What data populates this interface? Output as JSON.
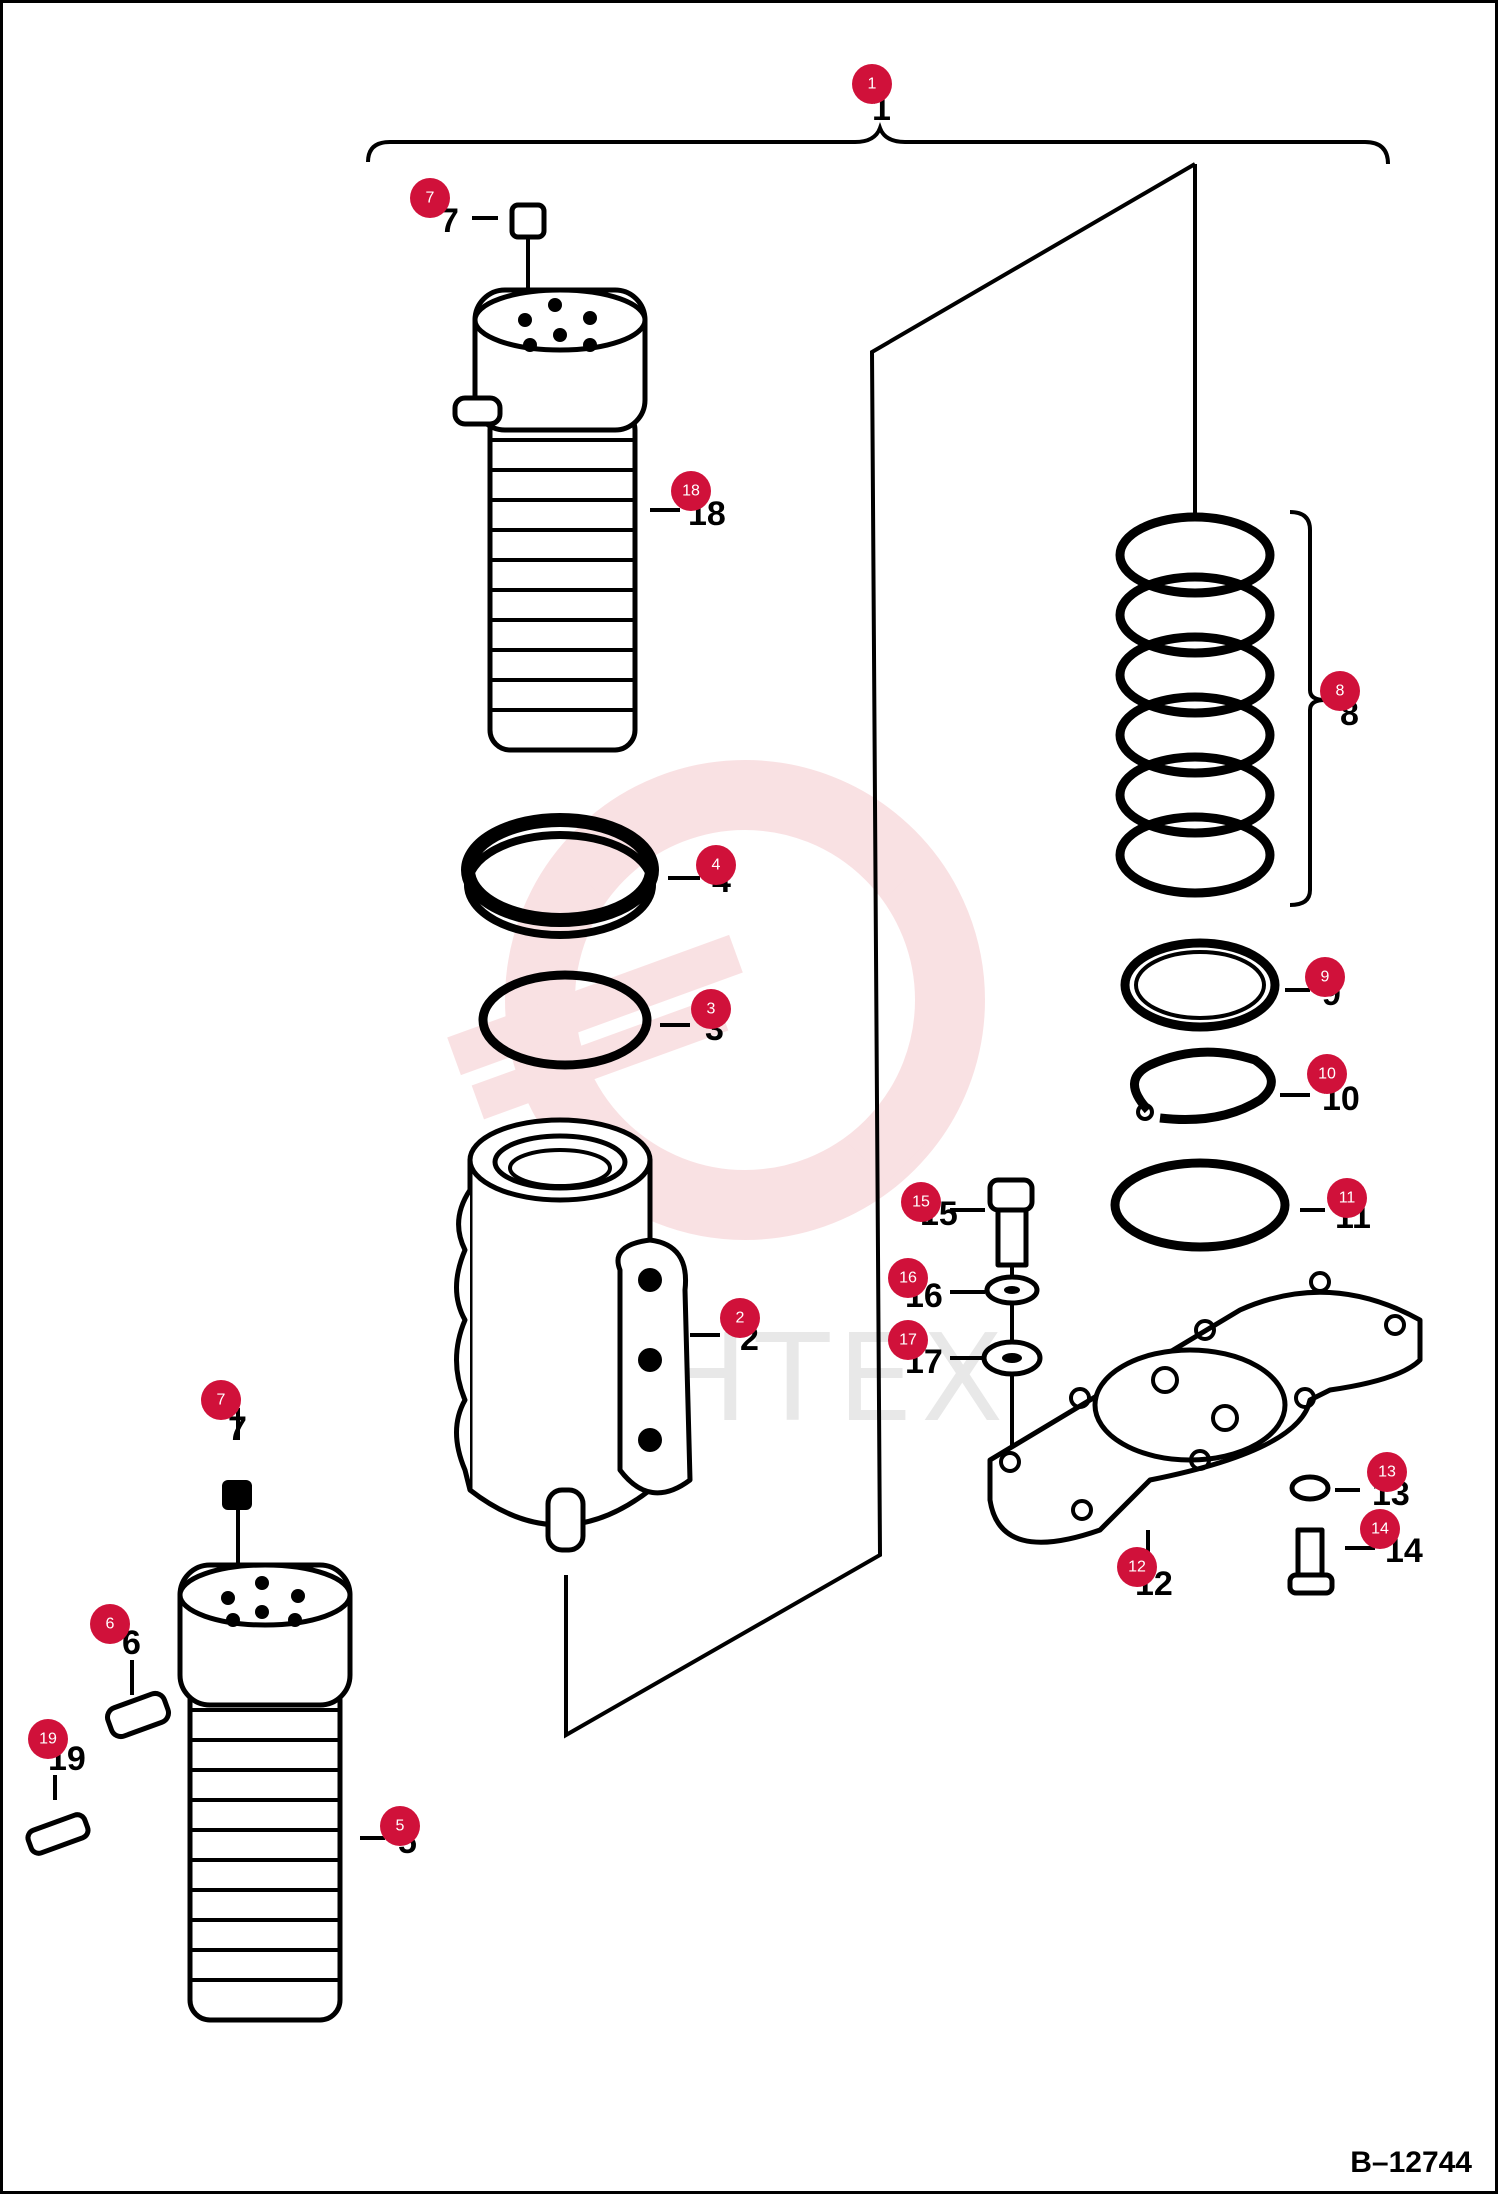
{
  "watermark": "ИНТЕХ",
  "drawing_code": "B–12744",
  "parts": [
    {
      "num": "1",
      "badge": "1"
    },
    {
      "num": "2",
      "badge": "2"
    },
    {
      "num": "3",
      "badge": "3"
    },
    {
      "num": "4",
      "badge": "4"
    },
    {
      "num": "5",
      "badge": "5"
    },
    {
      "num": "6",
      "badge": "6"
    },
    {
      "num": "7",
      "badge": "7"
    },
    {
      "num": "7",
      "badge": "7"
    },
    {
      "num": "8",
      "badge": "8"
    },
    {
      "num": "9",
      "badge": "9"
    },
    {
      "num": "10",
      "badge": "10"
    },
    {
      "num": "11",
      "badge": "11"
    },
    {
      "num": "12",
      "badge": "12"
    },
    {
      "num": "13",
      "badge": "13"
    },
    {
      "num": "14",
      "badge": "14"
    },
    {
      "num": "15",
      "badge": "15"
    },
    {
      "num": "16",
      "badge": "16"
    },
    {
      "num": "17",
      "badge": "17"
    },
    {
      "num": "18",
      "badge": "18"
    },
    {
      "num": "19",
      "badge": "19"
    }
  ],
  "colors": {
    "badge": "#d0113a",
    "watermark": "#f4c4c8",
    "line": "#000000"
  }
}
